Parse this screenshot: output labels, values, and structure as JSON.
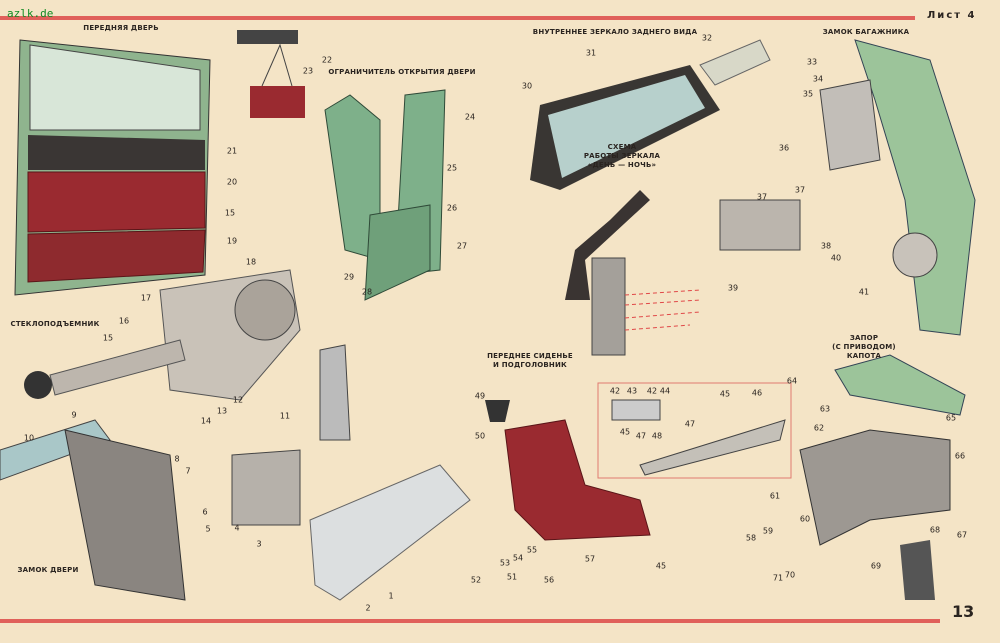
{
  "watermark": "azlk.de",
  "sheet": "Лист 4",
  "page_number": "13",
  "captions": {
    "front_door": "ПЕРЕДНЯЯ ДВЕРЬ",
    "door_limiter": "ОГРАНИЧИТЕЛЬ ОТКРЫТИЯ ДВЕРИ",
    "mirror": "ВНУТРЕННЕЕ ЗЕРКАЛО ЗАДНЕГО ВИДА",
    "trunk_lock": "ЗАМОК БАГАЖНИКА",
    "mirror_scheme": [
      "СХЕМА",
      "РАБОТЫ ЗЕРКАЛА",
      "«ДЕНЬ — НОЧЬ»"
    ],
    "window_lifter": "СТЕКЛОПОДЪЕМНИК",
    "door_lock": "ЗАМОК ДВЕРИ",
    "seat": [
      "ПЕРЕДНЕЕ СИДЕНЬЕ",
      "И ПОДГОЛОВНИК"
    ],
    "hood_latch": [
      "ЗАПОР",
      "(С ПРИВОДОМ)",
      "КАПОТА"
    ]
  },
  "callouts": [
    "22",
    "23",
    "24",
    "25",
    "26",
    "27",
    "28",
    "29",
    "21",
    "20",
    "15",
    "19",
    "18",
    "17",
    "16",
    "15",
    "12",
    "13",
    "14",
    "11",
    "9",
    "10",
    "8",
    "7",
    "6",
    "5",
    "4",
    "3",
    "2",
    "1",
    "30",
    "31",
    "32",
    "33",
    "34",
    "35",
    "36",
    "37",
    "37",
    "38",
    "39",
    "40",
    "41",
    "42",
    "43",
    "42",
    "44",
    "45",
    "46",
    "45",
    "47",
    "48",
    "47",
    "49",
    "50",
    "51",
    "52",
    "53",
    "54",
    "55",
    "56",
    "57",
    "45",
    "64",
    "63",
    "62",
    "65",
    "66",
    "61",
    "60",
    "68",
    "59",
    "58",
    "69",
    "67",
    "71",
    "70"
  ],
  "colors": {
    "rule": "#e0605a",
    "green": "#9cc49a",
    "red": "#9a2a30",
    "dark": "#3a3432"
  }
}
